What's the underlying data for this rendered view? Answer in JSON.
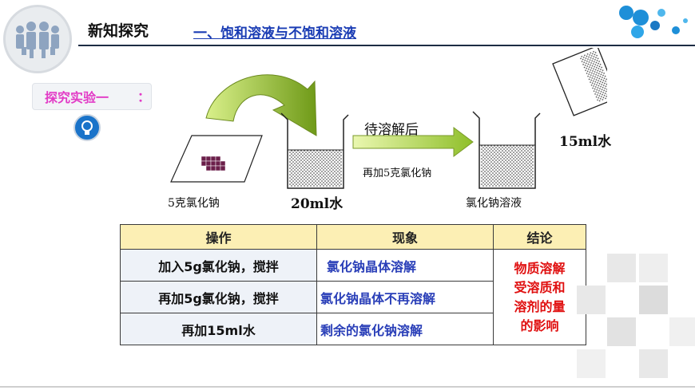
{
  "header": {
    "title": "新知探究",
    "subtitle": "一、饱和溶液与不饱和溶液"
  },
  "sidebar": {
    "tab_label": "探究实验一",
    "tab_colon": "："
  },
  "diagram": {
    "solid_label": "5克氯化钠",
    "water1_label": "20ml水",
    "arrow_top": "待溶解后",
    "arrow_bottom": "再加5克氯化钠",
    "solution_label": "氯化钠溶液",
    "water2_label": "15ml水"
  },
  "table": {
    "headers": [
      "操作",
      "现象",
      "结论"
    ],
    "rows": [
      {
        "operation": "加入5g氯化钠，搅拌",
        "phenomenon": "氯化钠晶体溶解"
      },
      {
        "operation": "再加5g氯化钠，搅拌",
        "phenomenon": "氯化钠晶体不再溶解"
      },
      {
        "operation": "再加15ml水",
        "phenomenon": "剩余的氯化钠溶解"
      }
    ],
    "conclusion_lines": [
      "物质溶解",
      "受溶质和",
      "溶剂的量",
      "的影响"
    ]
  },
  "colors": {
    "accent_blue": "#1a3cb4",
    "conclusion_red": "#e01010",
    "tab_pink": "#e23bc6",
    "header_fill": "#fcefb4"
  }
}
